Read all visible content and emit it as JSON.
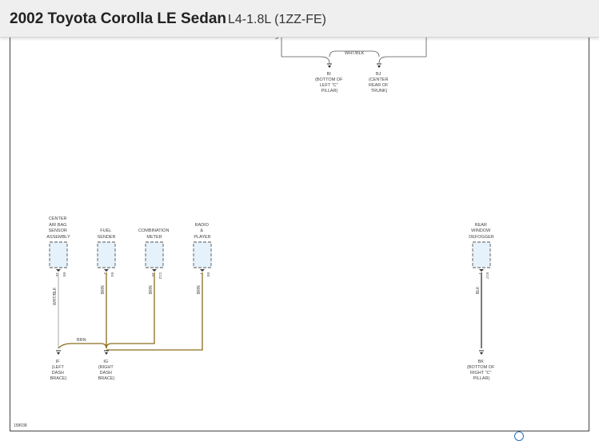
{
  "header": {
    "title": "2002 Toyota Corolla LE Sedan",
    "engine": "L4-1.8L (1ZZ-FE)"
  },
  "diagram": {
    "figure_id": "158038",
    "top": {
      "partial_wire": "W",
      "wire_label": "WHT/BLK",
      "grounds": [
        {
          "id": "BI",
          "lines": [
            "BI",
            "(BOTTOM OF",
            "LEFT \"C\"",
            "PILLAR)"
          ]
        },
        {
          "id": "BJ",
          "lines": [
            "BJ",
            "(CENTER",
            "REAR OF",
            "TRUNK)"
          ]
        }
      ]
    },
    "components": [
      {
        "lines": [
          "CENTER",
          "AIR BAG",
          "SENSOR",
          "ASSEMBLY"
        ],
        "pin": "16",
        "conn": "E5",
        "wire": "WHT/BLK"
      },
      {
        "lines": [
          "FUEL",
          "SENDER"
        ],
        "pin": "2",
        "conn": "E4",
        "wire": "BRN"
      },
      {
        "lines": [
          "COMBINATION",
          "METER"
        ],
        "pin": "15",
        "conn": "C12",
        "wire": "BRN"
      },
      {
        "lines": [
          "RADIO",
          "&",
          "PLAYER"
        ],
        "pin": "7",
        "conn": "E6",
        "wire": "BRN"
      },
      {
        "lines": [
          "REAR",
          "WINDOW",
          "DEFOGGER"
        ],
        "pin": "1",
        "conn": "E17",
        "wire": "BLK"
      }
    ],
    "bottom_wire": "BRN",
    "grounds": [
      {
        "id": "IF",
        "lines": [
          "IF",
          "(LEFT",
          "DASH",
          "BRACE)"
        ]
      },
      {
        "id": "IG",
        "lines": [
          "IG",
          "(RIGHT",
          "DASH",
          "BRACE)"
        ]
      },
      {
        "id": "BK",
        "lines": [
          "BK",
          "(BOTTOM OF",
          "RIGHT \"C\"",
          "PILLAR)"
        ]
      }
    ],
    "colors": {
      "brn": "#8a6d1e",
      "wht": "#bdbdbd",
      "blk": "#333333",
      "box_fill": "#e6f2fb"
    }
  }
}
